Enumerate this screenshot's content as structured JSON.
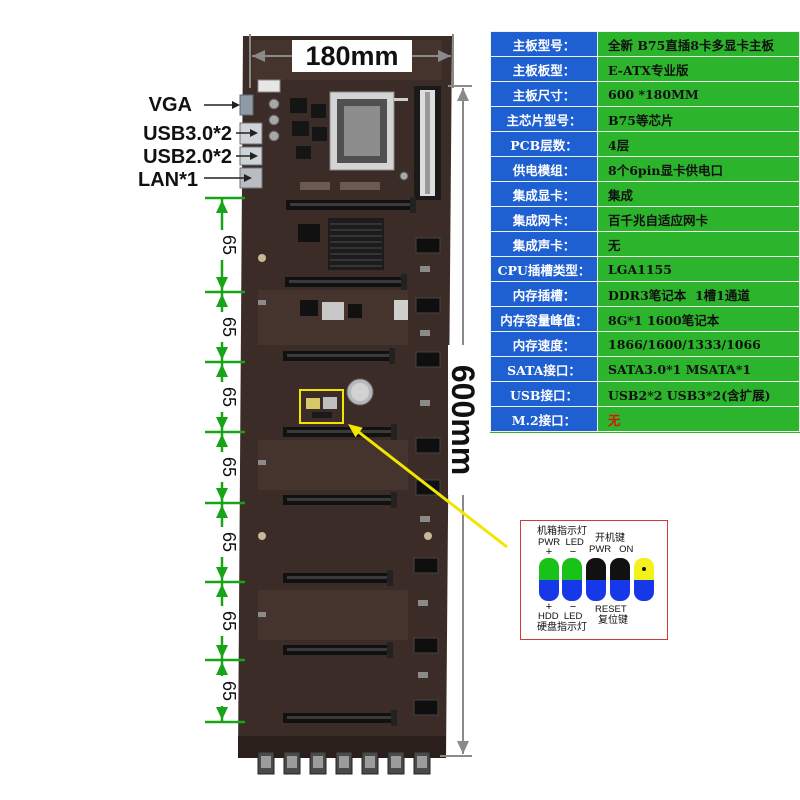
{
  "dimensions": {
    "width_label": "180mm",
    "height_label": "600mm",
    "slot_spacing": [
      "65",
      "65",
      "65",
      "65",
      "65",
      "65",
      "65"
    ]
  },
  "io_labels": {
    "vga": "VGA",
    "usb3": "USB3.0*2",
    "usb2": "USB2.0*2",
    "lan": "LAN*1"
  },
  "spec_table": {
    "label_bg": "#1e5fd1",
    "value_bg": "#2cb42c",
    "rows": [
      {
        "label": "主板型号：",
        "value": "全新 B75直插8卡多显卡主板"
      },
      {
        "label": "主板板型：",
        "value": "E-ATX专业版"
      },
      {
        "label": "主板尺寸：",
        "value": "600 *180MM"
      },
      {
        "label": "主芯片型号：",
        "value": "B75等芯片"
      },
      {
        "label": "PCB层数：",
        "value": "4层"
      },
      {
        "label": "供电模组：",
        "value": "8个6pin显卡供电口"
      },
      {
        "label": "集成显卡：",
        "value": "集成"
      },
      {
        "label": "集成网卡：",
        "value": "百千兆自适应网卡"
      },
      {
        "label": "集成声卡：",
        "value": "无"
      },
      {
        "label": "CPU插槽类型：",
        "value": "LGA1155"
      },
      {
        "label": "内存插槽：",
        "value": "DDR3笔记本  1槽1通道"
      },
      {
        "label": "内存容量峰值：",
        "value": "8G*1 1600笔记本"
      },
      {
        "label": "内存速度：",
        "value": "1866/1600/1333/1066"
      },
      {
        "label": "SATA接口：",
        "value": "SATA3.0*1 MSATA*1"
      },
      {
        "label": "USB接口：",
        "value": "USB2*2 USB3*2(含扩展)"
      },
      {
        "label": "M.2接口：",
        "value": "无",
        "value_color": "#e01010"
      }
    ]
  },
  "front_panel": {
    "led_title": "机箱指示灯",
    "pwr_led": "PWR  LED",
    "power_title": "开机键",
    "pwr_on": "PWR   ON",
    "plus": "+",
    "minus": "−",
    "hdd_led": "HDD  LED",
    "hdd_title": "硬盘指示灯",
    "reset": "RESET",
    "reset_title": "复位键",
    "pins": [
      {
        "upper_color": "#19c219",
        "lower_color": "#1638e8"
      },
      {
        "upper_color": "#19c219",
        "lower_color": "#1638e8"
      },
      {
        "upper_color": "#111111",
        "lower_color": "#1638e8"
      },
      {
        "upper_color": "#111111",
        "lower_color": "#1638e8"
      },
      {
        "upper_color": "#f2f21a",
        "lower_color": "#1638e8"
      }
    ]
  },
  "colors": {
    "pcb": "#3b2c27",
    "slot_spacing_marker": "#18a318",
    "callout": "#f2e600",
    "dimension_line": "#8a8a8a"
  }
}
